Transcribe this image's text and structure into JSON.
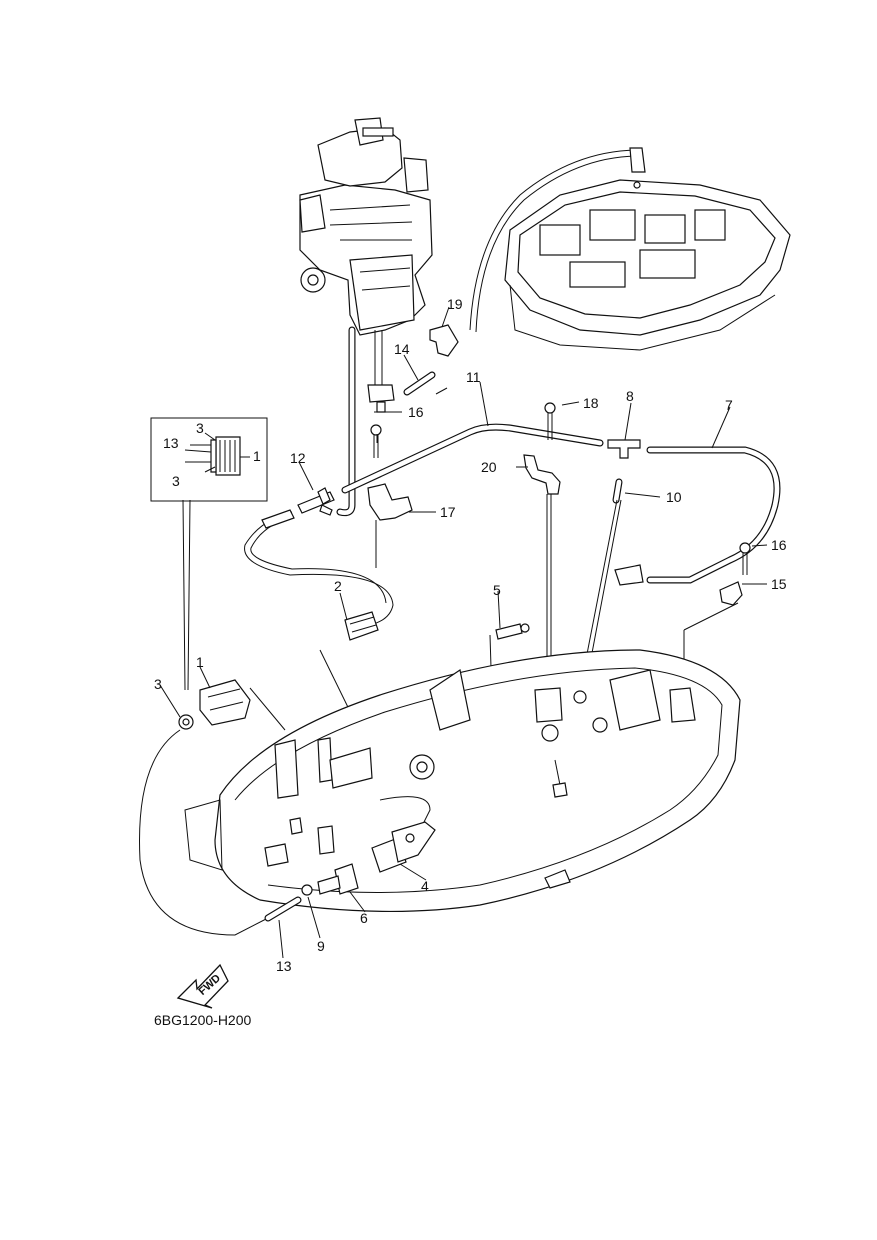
{
  "callouts": {
    "c1": "1",
    "c2": "2",
    "c3": "3",
    "c4": "4",
    "c5": "5",
    "c6": "6",
    "c7": "7",
    "c8": "8",
    "c9": "9",
    "c10": "10",
    "c11": "11",
    "c12": "12",
    "c13": "13",
    "c14": "14",
    "c15": "15",
    "c16": "16",
    "c17": "17",
    "c18": "18",
    "c19": "19",
    "c20": "20"
  },
  "inset": {
    "a": "3",
    "b": "13",
    "c": "1",
    "d": "3"
  },
  "fwd_label": "FWD",
  "diagram_code": "6BG1200-H200"
}
